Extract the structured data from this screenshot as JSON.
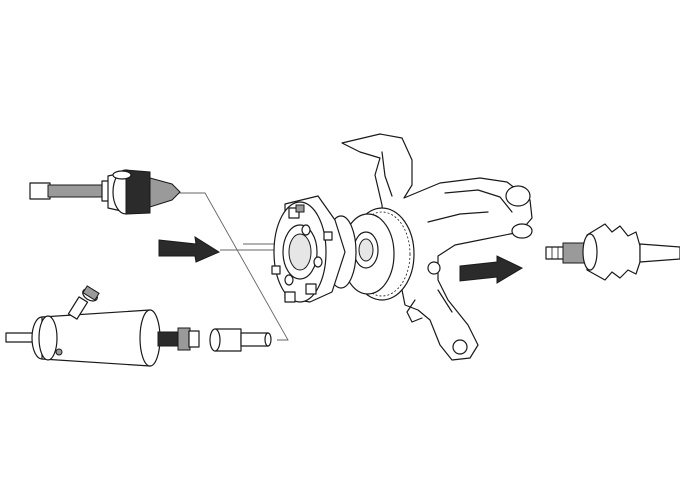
{
  "diagram": {
    "labels": [],
    "colors": {
      "line": "#1a1a1a",
      "leader": "#666666",
      "arrow": "#1f1f1f",
      "shade": "#9a9a9a",
      "dark_shade": "#2b2b2b",
      "background": "#ffffff"
    },
    "components": [
      "drift-bolt-tool",
      "hydraulic-press-tool",
      "press-adapter-sleeve",
      "wheel-hub",
      "wheel-bearing",
      "steering-knuckle",
      "drive-shaft",
      "install-arrow",
      "remove-arrow"
    ]
  }
}
